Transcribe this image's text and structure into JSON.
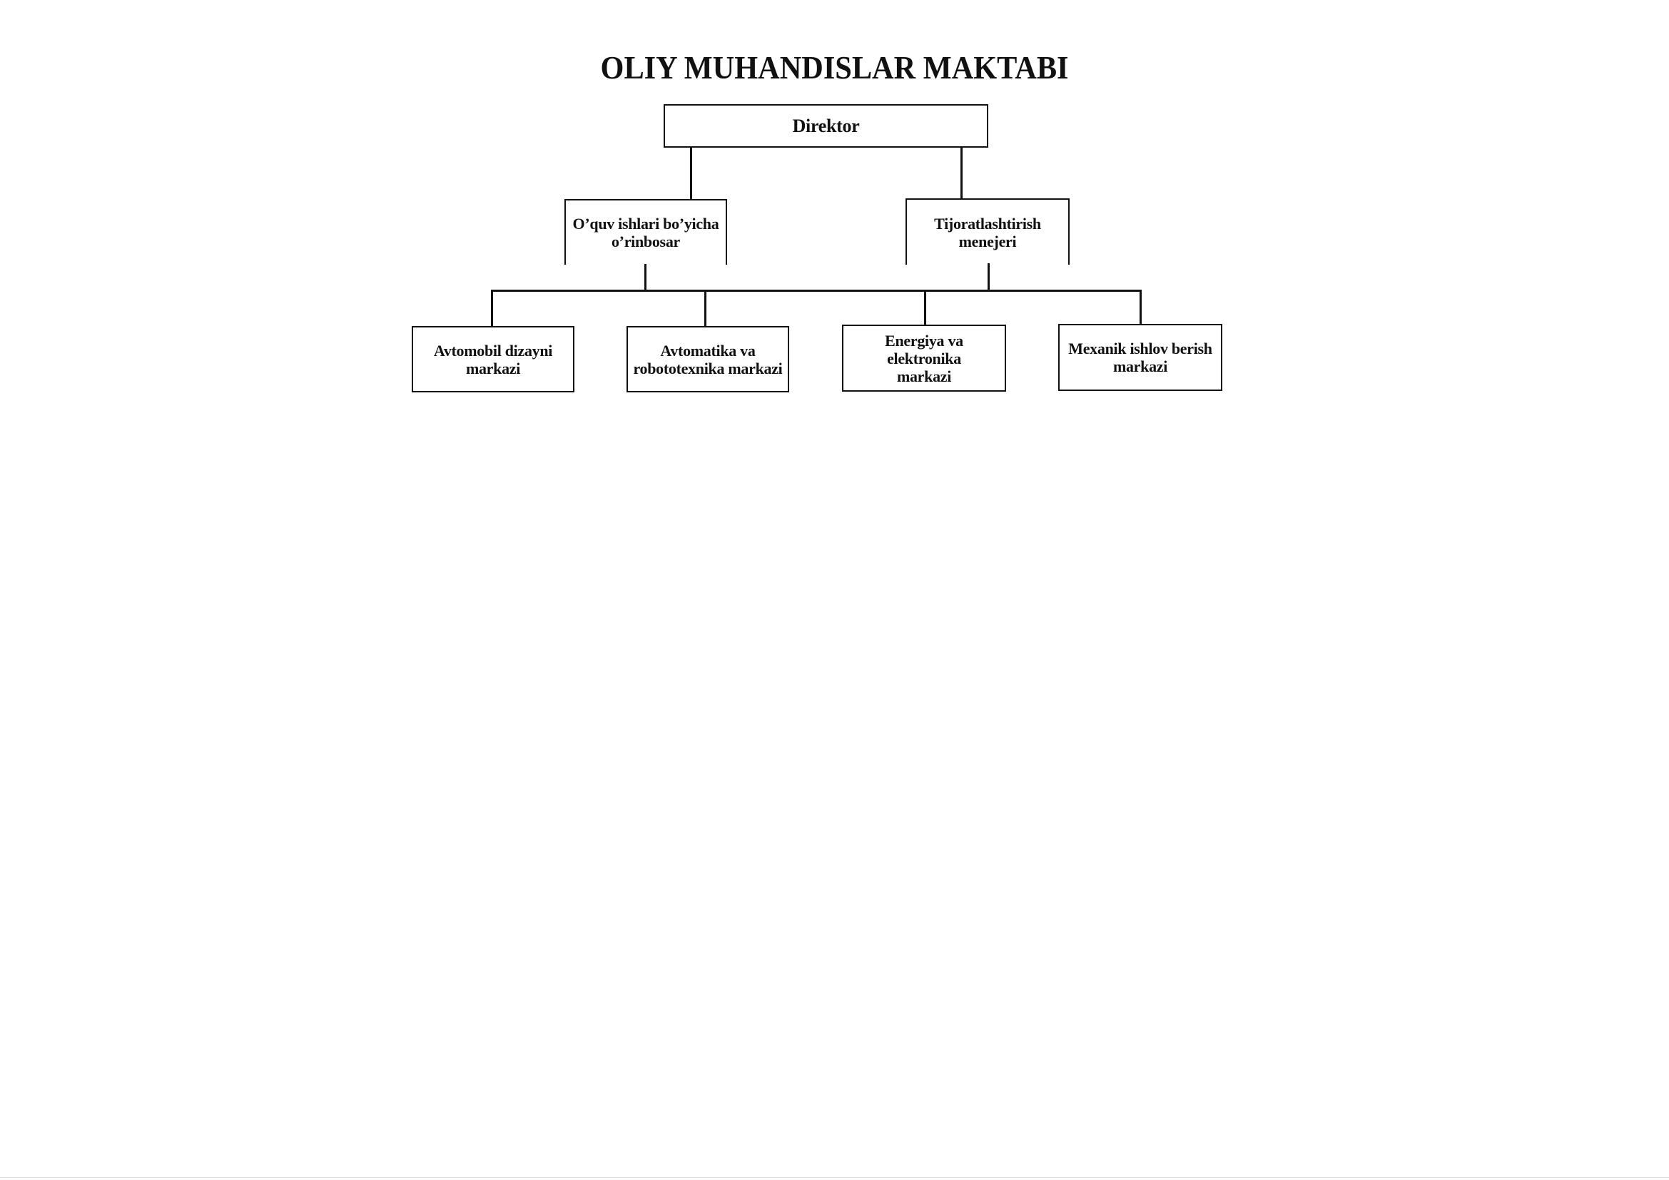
{
  "title": "OLIY MUHANDISLAR MAKTABI",
  "nodes": {
    "director": "Direktor",
    "deputy": "O’quv ishlari bo’yicha\no’rinbosar",
    "commercial": "Tijoratlashtirish\nmenejeri",
    "centers": [
      "Avtomobil dizayni\nmarkazi",
      "Avtomatika va\nrobototexnika markazi",
      "Energiya va\nelektronika\nmarkazi",
      "Mexanik ishlov berish\nmarkazi"
    ]
  }
}
